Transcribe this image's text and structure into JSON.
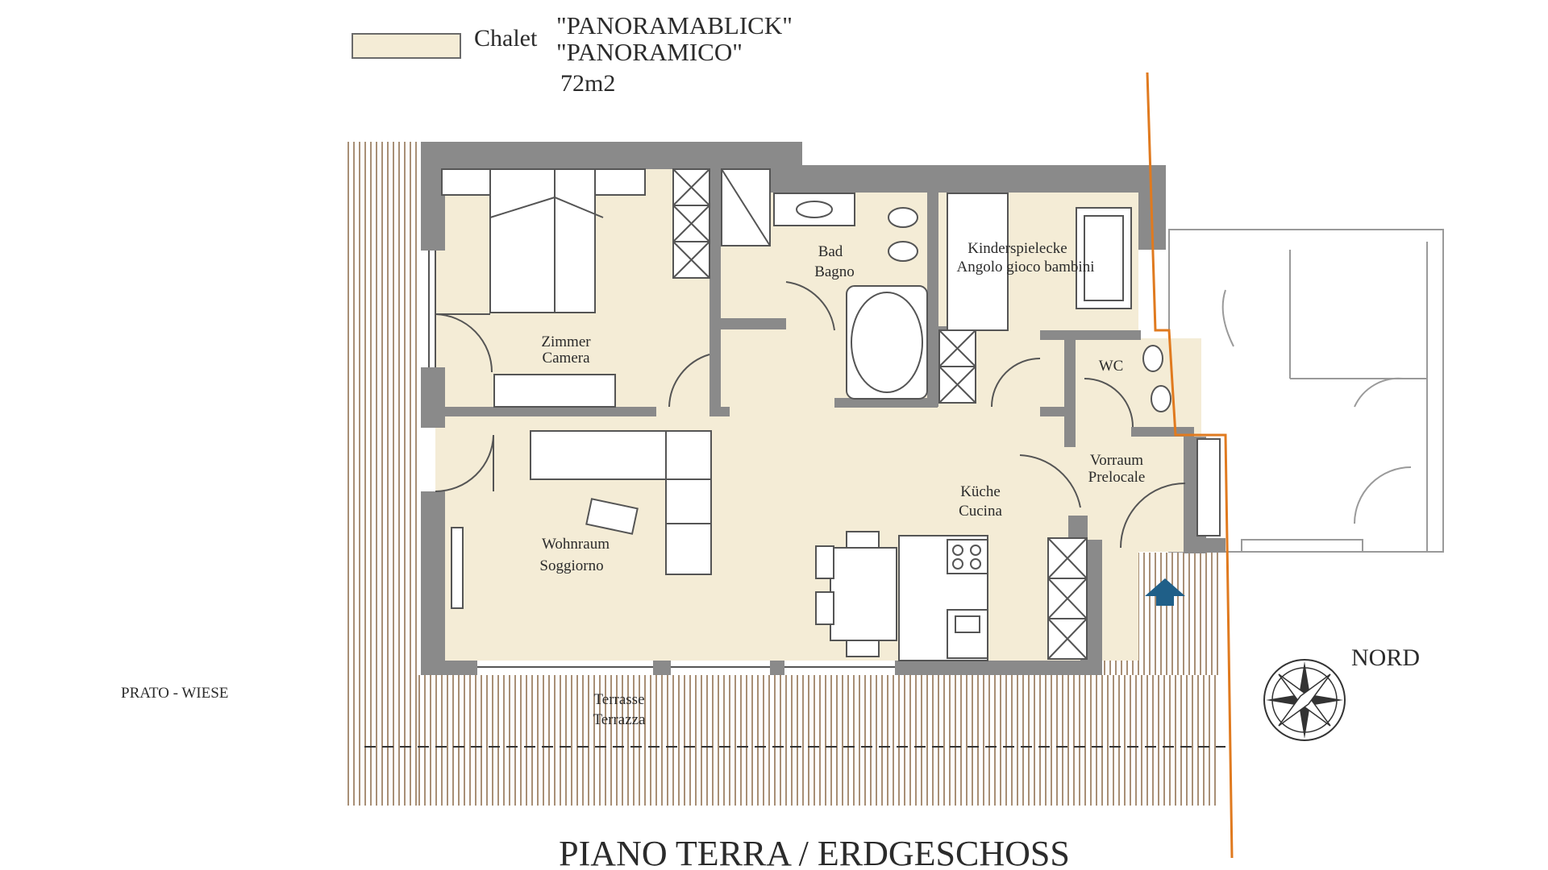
{
  "legend": {
    "swatch_color": "#f4ecd6",
    "prefix": "Chalet",
    "name_de": "\"PANORAMABLICK\"",
    "name_it": "\"PANORAMICO\"",
    "area": "72m2"
  },
  "rooms": {
    "zimmer_de": "Zimmer",
    "zimmer_it": "Camera",
    "bad_de": "Bad",
    "bad_it": "Bagno",
    "kinder_de": "Kinderspielecke",
    "kinder_it": "Angolo gioco bambini",
    "wc": "WC",
    "vorraum_de": "Vorraum",
    "vorraum_it": "Prelocale",
    "kueche_de": "Küche",
    "kueche_it": "Cucina",
    "wohn_de": "Wohnraum",
    "wohn_it": "Soggiorno",
    "terrasse_de": "Terrasse",
    "terrasse_it": "Terrazza"
  },
  "outside": {
    "meadow": "PRATO - WIESE"
  },
  "compass": {
    "label": "NORD"
  },
  "footer": {
    "title": "PIANO TERRA / ERDGESCHOSS"
  },
  "colors": {
    "floor": "#f4ecd6",
    "wall": "#8a8a8a",
    "wall_edge": "#555555",
    "deck_line": "#8b6a48",
    "boundary": "#e07a1f",
    "entrance_arrow": "#1f5f88",
    "furniture": "#ffffff"
  }
}
